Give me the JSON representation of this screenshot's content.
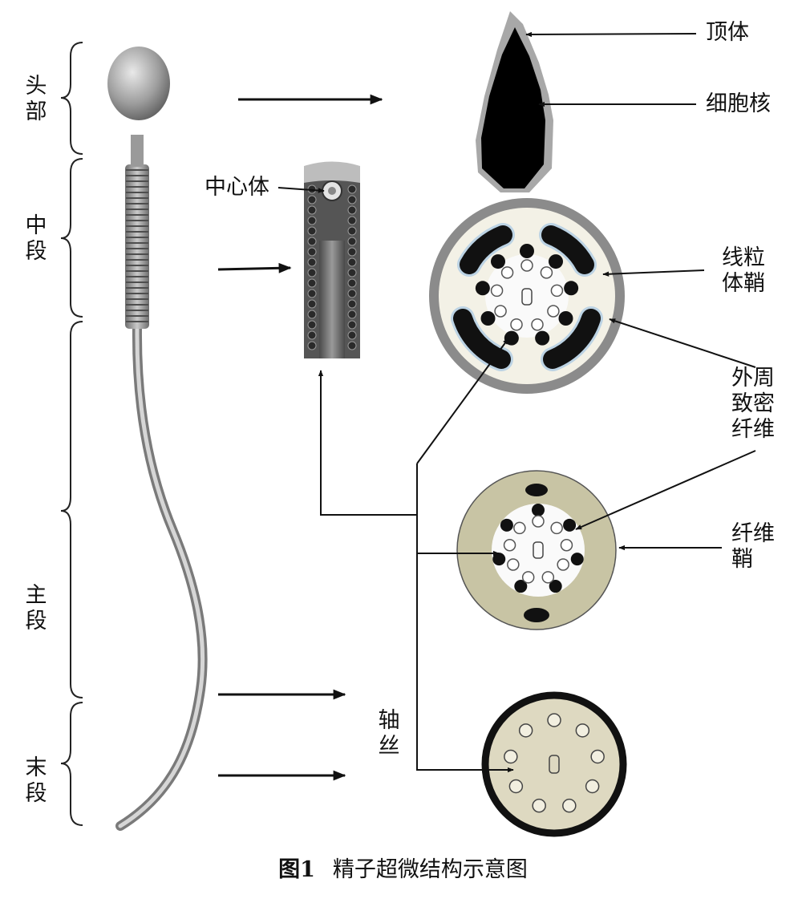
{
  "segments": {
    "head": "头部",
    "midpiece": "中段",
    "principal": "主段",
    "end": "末段"
  },
  "labels": {
    "acrosome": "顶体",
    "nucleus": "细胞核",
    "centriole": "中心体",
    "mitochondrial_sheath": "线粒体鞘",
    "outer_dense_fibers": "外周致密纤维",
    "fibrous_sheath": "纤维鞘",
    "axoneme": "轴丝"
  },
  "caption": {
    "number": "图1",
    "title": "精子超微结构示意图"
  },
  "colors": {
    "ink": "#111111",
    "cream": "#f3f1e6",
    "fibrous": "#c8c4a4",
    "ring_gray": "#8b8b8b",
    "blue_tint": "#bcd3e4",
    "end_fill": "#ded9c1"
  }
}
